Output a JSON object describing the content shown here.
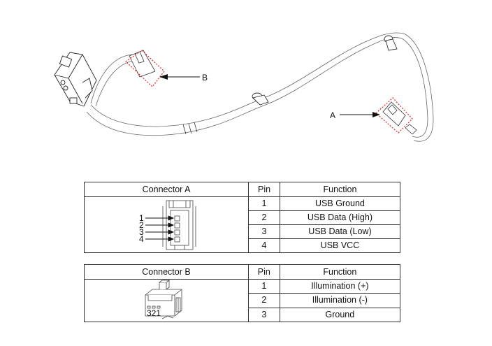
{
  "illustration": {
    "callouts": [
      {
        "id": "A",
        "label": "A",
        "target": "USB connector"
      },
      {
        "id": "B",
        "label": "B",
        "target": "Illumination connector"
      }
    ],
    "highlight_color": "#e8262b",
    "line_color": "#555555"
  },
  "connector_a": {
    "headers": {
      "connector": "Connector A",
      "pin": "Pin",
      "function": "Function"
    },
    "pin_labels": [
      "1",
      "2",
      "3",
      "4"
    ],
    "rows": [
      {
        "pin": "1",
        "function": "USB Ground"
      },
      {
        "pin": "2",
        "function": "USB Data (High)"
      },
      {
        "pin": "3",
        "function": "USB Data (Low)"
      },
      {
        "pin": "4",
        "function": "USB VCC"
      }
    ]
  },
  "connector_b": {
    "headers": {
      "connector": "Connector B",
      "pin": "Pin",
      "function": "Function"
    },
    "pin_numbers_printed": "321",
    "rows": [
      {
        "pin": "1",
        "function": "Illumination (+)"
      },
      {
        "pin": "2",
        "function": "Illumination (-)"
      },
      {
        "pin": "3",
        "function": "Ground"
      }
    ]
  }
}
